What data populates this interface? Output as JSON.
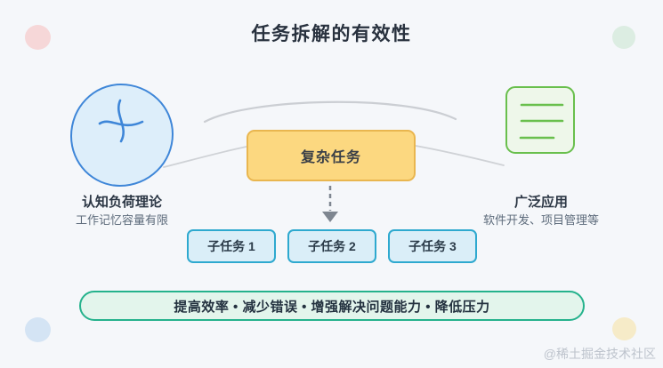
{
  "title": "任务拆解的有效性",
  "diagram": {
    "left_node": {
      "icon": "brain-sketch-icon",
      "label": "认知负荷理论",
      "sublabel": "工作记忆容量有限"
    },
    "center_node": {
      "label": "复杂任务"
    },
    "right_node": {
      "icon": "document-icon",
      "label": "广泛应用",
      "sublabel": "软件开发、项目管理等"
    },
    "subtasks": [
      "子任务 1",
      "子任务 2",
      "子任务 3"
    ],
    "benefits": "提高效率 • 减少错误 • 增强解决问题能力 • 降低压力"
  },
  "watermark": "@稀土掘金技术社区",
  "colors": {
    "background": "#f5f7fa",
    "title_text": "#28313e",
    "circle_fill": "#ddeefa",
    "circle_stroke": "#3e86d8",
    "complex_box_fill": "#fcd880",
    "complex_box_stroke": "#e9b64f",
    "doc_fill": "#eef7ea",
    "doc_stroke": "#69bf4d",
    "subtask_fill": "#daeef8",
    "subtask_stroke": "#2ea9cf",
    "pill_fill": "#e3f5ec",
    "pill_stroke": "#25b28c",
    "connector": "#cbced3",
    "arrow": "#7e8690",
    "dot_pink": "#f6d7d8",
    "dot_green": "#dcede2",
    "dot_blue": "#d4e4f4",
    "dot_yellow": "#f6ebc8",
    "watermark_text": "#bdc3cc"
  }
}
